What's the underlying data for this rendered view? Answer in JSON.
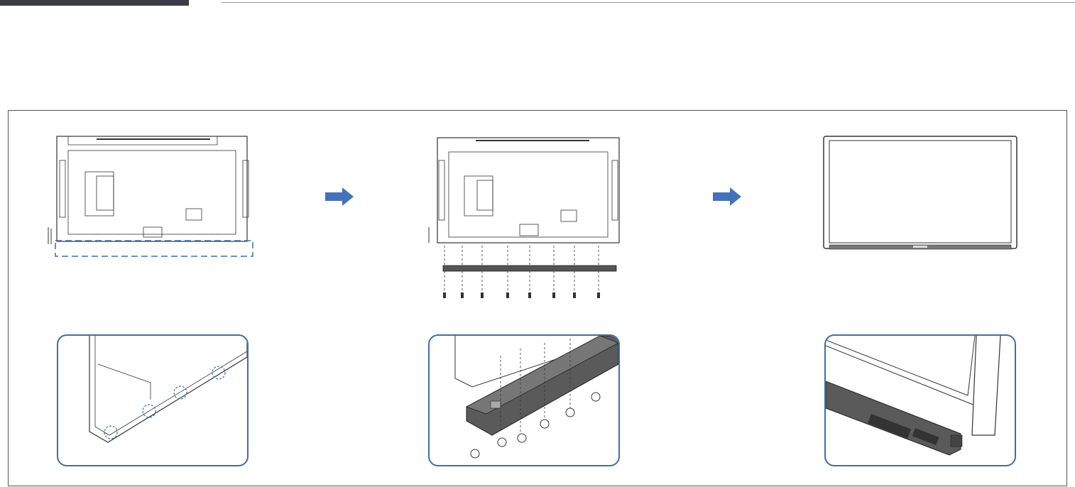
{
  "colors": {
    "accent": "#3f6fa8",
    "header_bar": "#3b3b47",
    "arrow": "#4472b8",
    "line": "#333333"
  },
  "icons": {
    "step_arrow": "arrow-right-icon",
    "screw": "screw-icon"
  },
  "steps": [
    {
      "name": "back-of-display-before"
    },
    {
      "name": "attach-bar-with-screws"
    },
    {
      "name": "front-of-display-after"
    }
  ],
  "details": [
    {
      "name": "detail-screw-holes"
    },
    {
      "name": "detail-screwing-bar"
    },
    {
      "name": "detail-attached-bar"
    }
  ]
}
